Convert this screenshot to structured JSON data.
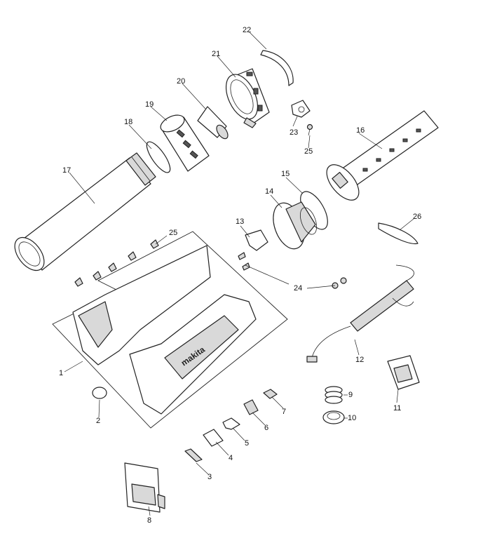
{
  "callouts": [
    {
      "id": "c1",
      "label": "1"
    },
    {
      "id": "c2",
      "label": "2"
    },
    {
      "id": "c3",
      "label": "3"
    },
    {
      "id": "c4",
      "label": "4"
    },
    {
      "id": "c5",
      "label": "5"
    },
    {
      "id": "c6",
      "label": "6"
    },
    {
      "id": "c7",
      "label": "7"
    },
    {
      "id": "c8",
      "label": "8"
    },
    {
      "id": "c9",
      "label": "9"
    },
    {
      "id": "c10",
      "label": "10"
    },
    {
      "id": "c11",
      "label": "11"
    },
    {
      "id": "c12",
      "label": "12"
    },
    {
      "id": "c13",
      "label": "13"
    },
    {
      "id": "c14",
      "label": "14"
    },
    {
      "id": "c15",
      "label": "15"
    },
    {
      "id": "c16",
      "label": "16"
    },
    {
      "id": "c17",
      "label": "17"
    },
    {
      "id": "c18",
      "label": "18"
    },
    {
      "id": "c19",
      "label": "19"
    },
    {
      "id": "c20",
      "label": "20"
    },
    {
      "id": "c21",
      "label": "21"
    },
    {
      "id": "c22",
      "label": "22"
    },
    {
      "id": "c23",
      "label": "23"
    },
    {
      "id": "c24",
      "label": "24"
    },
    {
      "id": "c25a",
      "label": "25"
    },
    {
      "id": "c25b",
      "label": "25"
    },
    {
      "id": "c26",
      "label": "26"
    }
  ],
  "housing_logo_text": "makita"
}
